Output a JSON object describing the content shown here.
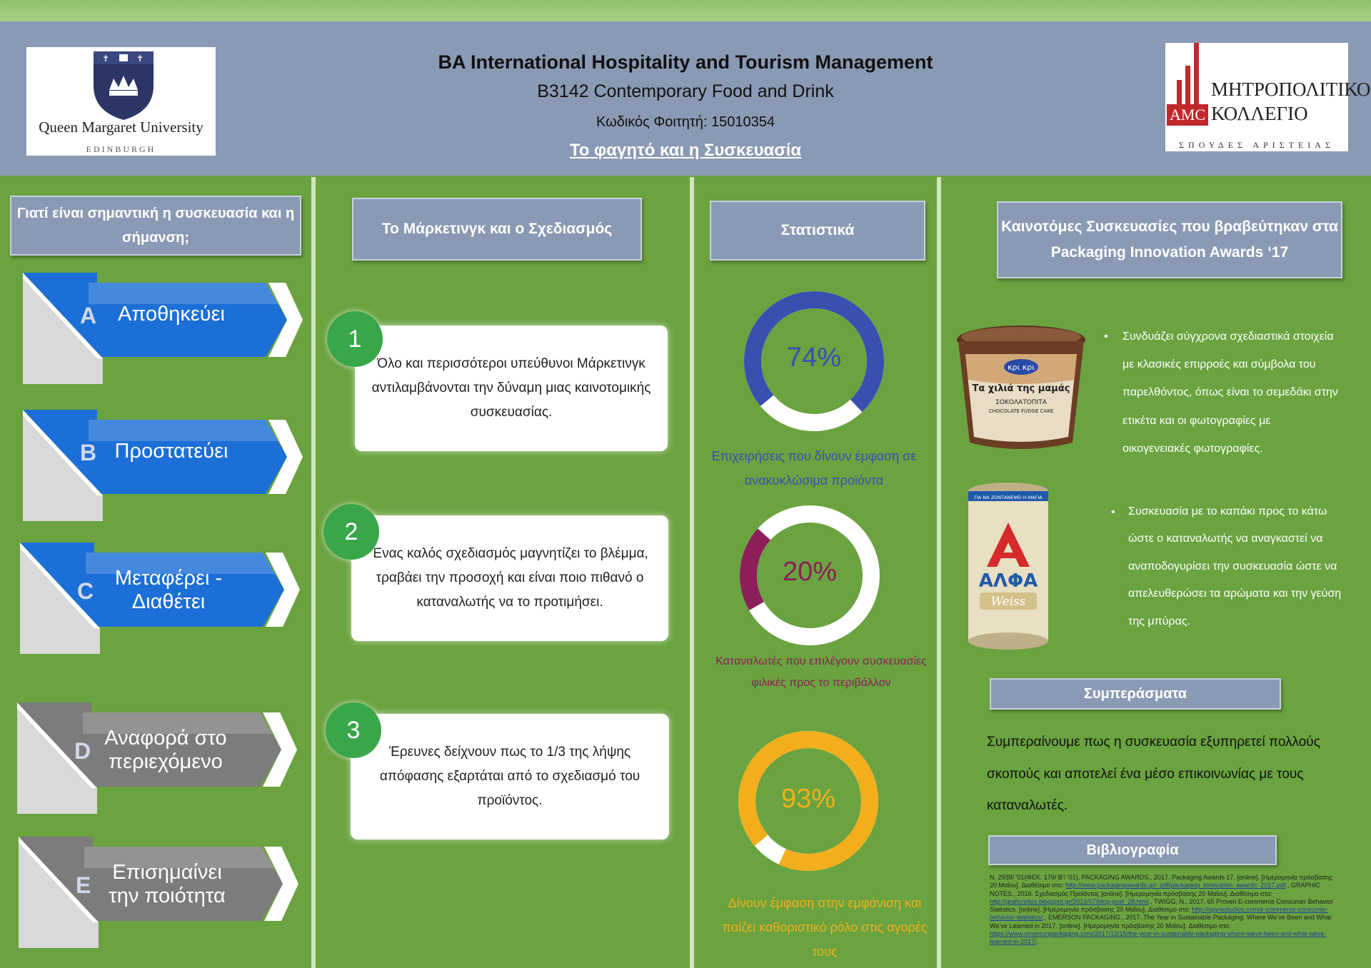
{
  "header": {
    "title": "BA International Hospitality and Tourism Management",
    "subtitle": "B3142 Contemporary Food and Drink",
    "student": "Κωδικός Φοιτητή: 15010354",
    "topic": "Το φαγητό και η Συσκευασία",
    "left_logo": {
      "name": "Queen Margaret University",
      "city": "EDINBURGH"
    },
    "right_logo": {
      "line1": "ΜΗΤΡΟΠΟΛΙΤΙΚΟ",
      "line2": "ΚΟΛΛΕΓΙΟ",
      "badge": "AMC",
      "tagline": "ΣΠΟΥΔΕΣ ΑΡΙΣΤΕΙΑΣ"
    }
  },
  "col1": {
    "title": "Γιατί είναι σημαντική η συσκευασία και η σήμανση;",
    "items": [
      {
        "letter": "A",
        "label": "Αποθηκεύει",
        "color": "#1c6fd6"
      },
      {
        "letter": "B",
        "label": "Προστατεύει",
        "color": "#1c6fd6"
      },
      {
        "letter": "C",
        "label": "Μεταφέρει - Διαθέτει",
        "color": "#1c6fd6"
      },
      {
        "letter": "D",
        "label": "Αναφορά στο περιεχόμενο",
        "color": "#7c7c7c"
      },
      {
        "letter": "E",
        "label": "Επισημαίνει την ποιότητα",
        "color": "#7c7c7c"
      }
    ]
  },
  "col2": {
    "title": "Το Μάρκετινγκ και ο Σχεδιασμός",
    "steps": [
      {
        "num": "1",
        "text": "Όλο και περισσότεροι υπεύθυνοι Μάρκετινγκ αντιλαμβάνονται την δύναμη μιας καινοτομικής συσκευασίας."
      },
      {
        "num": "2",
        "text": "Ένας καλός σχεδιασμός μαγνητίζει το βλέμμα, τραβάει την προσοχή και είναι ποιο πιθανό ο καταναλωτής να το προτιμήσει."
      },
      {
        "num": "3",
        "text": "Έρευνες δείχνουν πως το 1/3 της λήψης απόφασης εξαρτάται από το σχεδιασμό του προϊόντος."
      }
    ]
  },
  "col3": {
    "title": "Στατιστικά",
    "stats": [
      {
        "percent": "74%",
        "value": 74,
        "color": "#3a4fb0",
        "caption": "Επιχειρήσεις που δίνουν έμφαση σε ανακυκλώσιμα προϊόντα",
        "caption_color": "#3a4fb0"
      },
      {
        "percent": "20%",
        "value": 20,
        "color": "#8c1f5a",
        "caption": "Καταναλωτές που επιλέγουν συσκευασίες φιλικές προς το περιβάλλον",
        "caption_color": "#8c1f5a"
      },
      {
        "percent": "93%",
        "value": 93,
        "color": "#f2ae1c",
        "caption": "Δίνουν έμφαση στην εμφάνιση και παίζει καθοριστικό ρόλο στις αγορές τους",
        "caption_color": "#f2ae1c"
      }
    ]
  },
  "col4": {
    "title": "Καινοτόμες Συσκευασίες που βραβεύτηκαν στα Packaging Innovation Awards ‘17",
    "product1": {
      "brand": "κρι κρι",
      "name": "Τα χιλιά της μαμάς",
      "flavor": "ΣΟΚΟΛΑΤΟΠΙΤΑ",
      "flavor_en": "CHOCOLATE FUDGE CAKE",
      "text": "Συνδυάζει σύγχρονα σχεδιαστικά στοιχεία με κλασικές επιρροές και σύμβολα του παρελθόντος, όπως είναι το σεμεδάκι στην ετικέτα και οι φωτογραφίες με οικογενειακές φωτογραφίες."
    },
    "product2": {
      "top": "ΓΙΑ ΝΑ ΖΟΝΤΑΝΕΨΕΙ Η ΜΑΓΙΑ",
      "name": "ΑΛΦΑ",
      "sub": "Weiss",
      "text": "Συσκευασία με το καπάκι προς το κάτω ώστε ο καταναλωτής να αναγκαστεί να αναποδογυρίσει την συσκευασία ώστε να απελευθερώσει τα αρώματα και την γεύση της μπύρας."
    },
    "conclusions_title": "Συμπεράσματα",
    "conclusions": "Συμπεραίνουμε πως η συσκευασία εξυπηρετεί πολλούς σκοπούς και αποτελεί ένα μέσο επικοινωνίας με τους καταναλωτές.",
    "bibliography_title": "Βιβλιογραφία",
    "bibliography": [
      "Ν. 2939/ ’01(ΦΕΚ. 179/ Β’/ ’01), PACKAGING AWARDS., 2017. Packaging Awards 17. [online]. [Ημερομηνία πρόσβασης 20 Μαΐου]. Διαθέσιμο στο:",
      "http://www.packagingawards.gr/_pdf/packaging_innovation_awards_2017.pdf",
      "., GRAPHIC NOTES., 2016. Σχεδιασμός Προϊόντος [online]. [Ημερομηνία πρόσβασης 20 Μαΐου]. Διαθέσιμο στο:",
      "http://graficnotes.blogspot.gr/2016/07/blog-post_28.html",
      "., TWIGG, N., 2017. 65 Proven E-commerce Consumer Behavior Statistics. [online]. [Ημερομηνία πρόσβασης 20 Μαΐου]. Διαθέσιμο στο:",
      "http://spyrestudios.com/e-commerce-consumer-behavior-statistics/",
      "., EMERSON PACKAGING., 2017. The Year in Sustainable Packaging: Where We’ve Been and What We’ve Learned in 2017. [online]. [Ημερομηνία πρόσβασης 20 Μαΐου]. Διαθέσιμο στο:",
      "https://www.emersonpackaging.com/2017/12/15/the-year-in-sustainable-packaging-where-weve-been-and-what-weve-learned-in-2017/",
      "."
    ]
  }
}
